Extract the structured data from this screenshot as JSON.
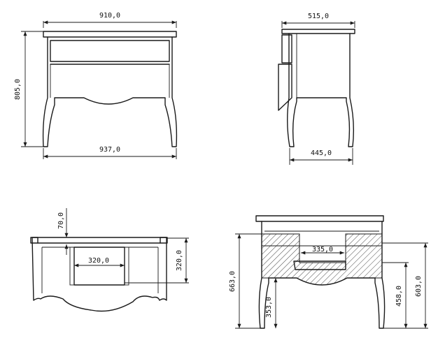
{
  "dimensions": {
    "front_width_top": "910,0",
    "front_height": "805,0",
    "front_width_bottom": "937,0",
    "side_depth_top": "515,0",
    "side_depth_bottom": "445,0",
    "top_view_offset": "70,0",
    "top_view_width": "320,0",
    "top_view_depth": "320,0",
    "section_total_height": "663,0",
    "section_inner_width": "335,0",
    "section_leg_height": "353,0",
    "section_mid_height": "458,0",
    "section_upper_height": "603,0"
  },
  "colors": {
    "line": "#1a1a1a",
    "background": "#ffffff"
  }
}
